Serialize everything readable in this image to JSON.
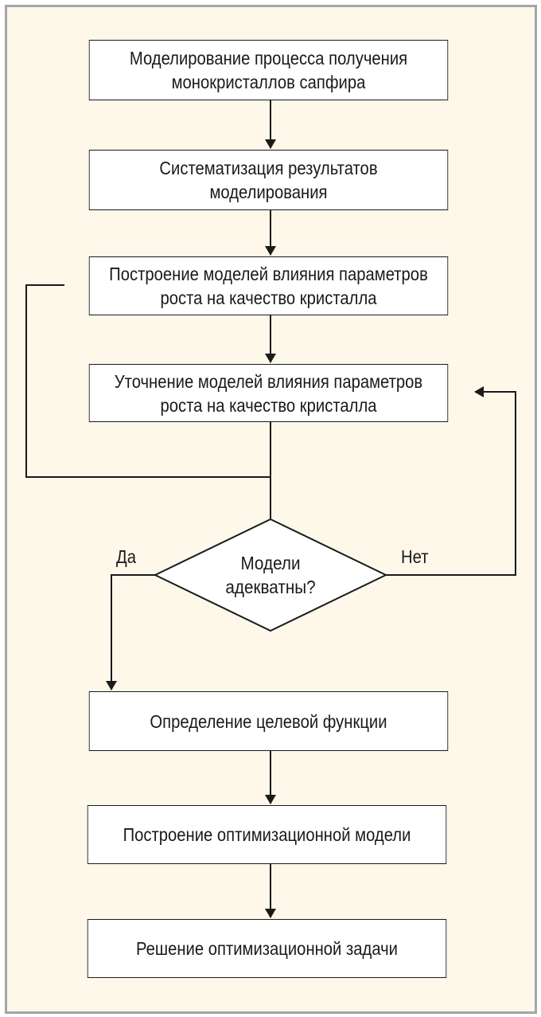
{
  "diagram": {
    "steps": [
      "Моделирование процесса получения\nмонокристаллов сапфира",
      "Систематизация результатов\nмоделирования",
      "Построение моделей влияния параметров\nроста на качество кристалла",
      "Уточнение моделей влияния параметров\nроста на качество кристалла",
      "Определение целевой функции",
      "Построение оптимизационной модели",
      "Решение оптимизационной задачи"
    ],
    "decision": {
      "text": "Модели\nадекватны?",
      "yes_label": "Да",
      "no_label": "Нет"
    }
  }
}
